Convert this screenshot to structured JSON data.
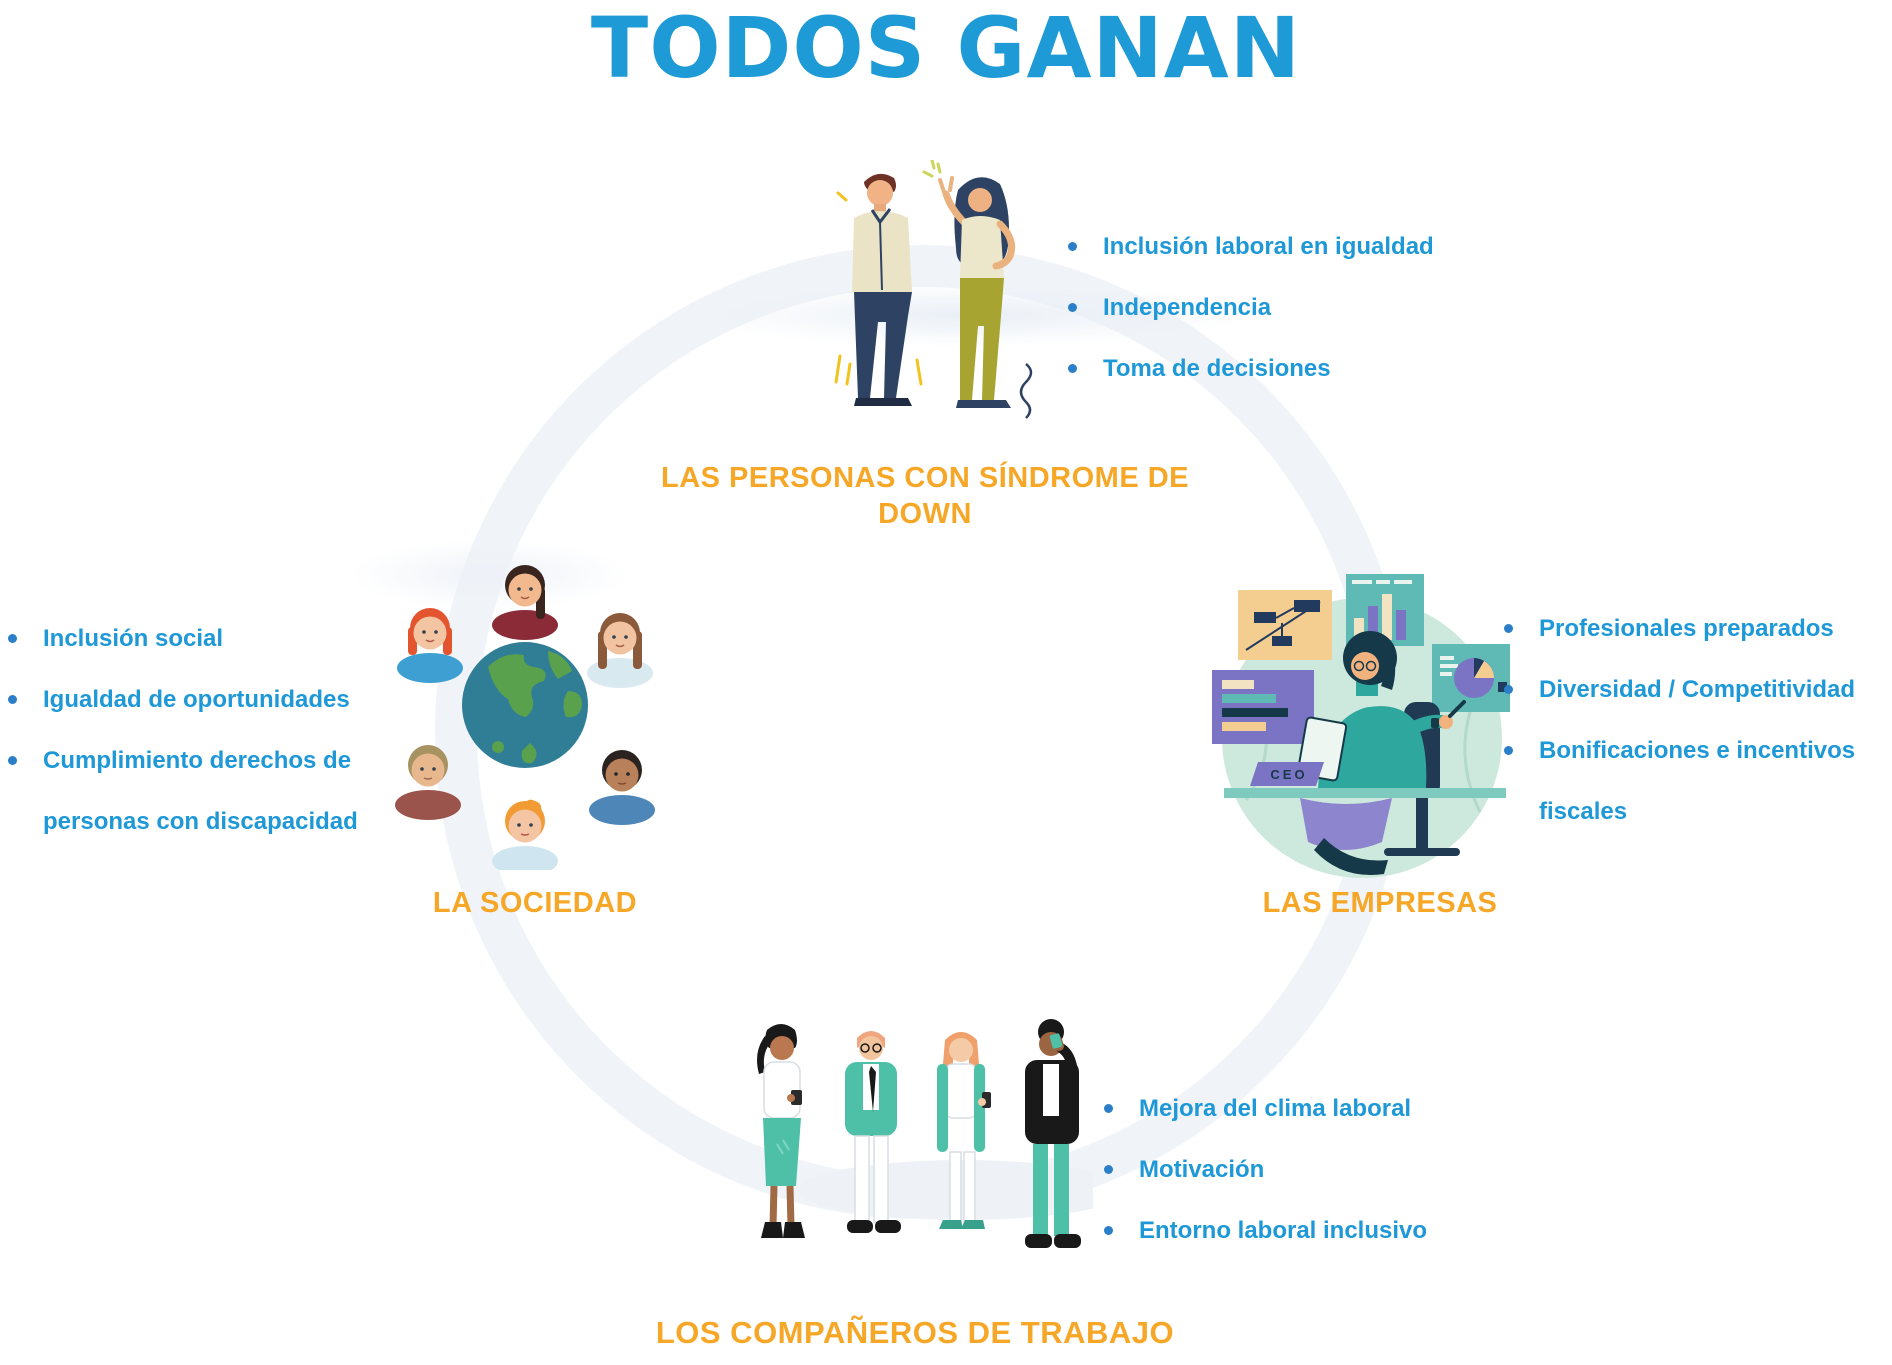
{
  "title": "TODOS GANAN",
  "colors": {
    "title_blue": "#1E9AD6",
    "heading_orange": "#F7A727",
    "bullet_text_blue": "#1E98D7",
    "bullet_dot_blue": "#2A7FC8",
    "ring_gray_blue": "#F0F4F9",
    "illustration_teal": "#4FC0A8",
    "illustration_mint": "#CDE9DD",
    "illustration_navy": "#2E4364",
    "illustration_olive": "#A8A432",
    "globe_ocean": "#2F7E96",
    "globe_green": "#59A14C"
  },
  "sections": {
    "personas": {
      "heading": "LAS PERSONAS CON SÍNDROME DE DOWN",
      "illustration": "two-adults-standing",
      "bullets": [
        "Inclusión laboral en igualdad",
        "Independencia",
        "Toma de decisiones"
      ]
    },
    "sociedad": {
      "heading": "LA SOCIEDAD",
      "illustration": "globe-with-diverse-faces",
      "bullets": [
        "Inclusión social",
        "Igualdad de oportunidades",
        "Cumplimiento derechos de personas con discapacidad"
      ]
    },
    "empresas": {
      "heading": "LAS EMPRESAS",
      "illustration": "ceo-at-desk-with-charts",
      "desk_sign": "CEO",
      "bullets": [
        "Profesionales preparados",
        "Diversidad / Competitividad",
        "Bonificaciones e incentivos fiscales"
      ]
    },
    "companeros": {
      "heading": "LOS COMPAÑEROS DE TRABAJO",
      "illustration": "four-coworkers-walking",
      "bullets": [
        "Mejora del clima laboral",
        "Motivación",
        "Entorno laboral inclusivo"
      ]
    }
  }
}
